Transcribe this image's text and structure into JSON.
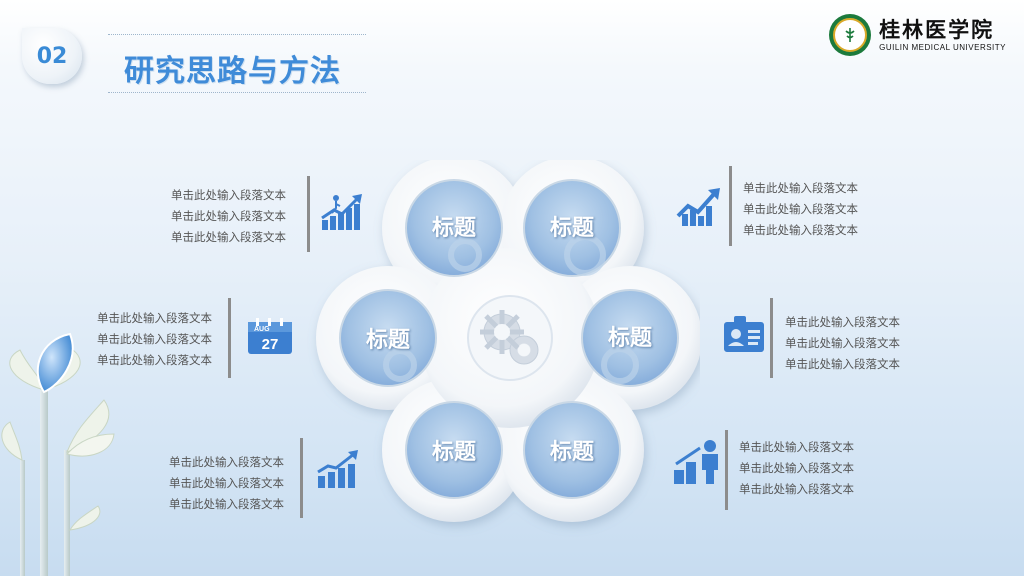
{
  "header": {
    "section_number": "02",
    "title": "研究思路与方法"
  },
  "logo": {
    "name_cn": "桂林医学院",
    "name_en": "GUILIN MEDICAL UNIVERSITY"
  },
  "center": {
    "petals": [
      "标题",
      "标题",
      "标题",
      "标题",
      "标题",
      "标题"
    ]
  },
  "blocks": {
    "top_left": [
      "单击此处输入段落文本",
      "单击此处输入段落文本",
      "单击此处输入段落文本"
    ],
    "mid_left": [
      "单击此处输入段落文本",
      "单击此处输入段落文本",
      "单击此处输入段落文本"
    ],
    "bottom_left": [
      "单击此处输入段落文本",
      "单击此处输入段落文本",
      "单击此处输入段落文本"
    ],
    "top_right": [
      "单击此处输入段落文本",
      "单击此处输入段落文本",
      "单击此处输入段落文本"
    ],
    "mid_right": [
      "单击此处输入段落文本",
      "单击此处输入段落文本",
      "单击此处输入段落文本"
    ],
    "bottom_right": [
      "单击此处输入段落文本",
      "单击此处输入段落文本",
      "单击此处输入段落文本"
    ]
  },
  "calendar": {
    "month": "AUG",
    "day": "27"
  },
  "icons": {
    "top_left": "stair-climb-growth-icon",
    "mid_left": "calendar-icon",
    "bottom_left": "bar-chart-growth-icon",
    "top_right": "trend-growth-icon",
    "mid_right": "id-card-icon",
    "bottom_right": "person-with-bars-icon",
    "center": "gears-icon"
  },
  "colors": {
    "accent": "#3f8bd8",
    "icon_blue": "#3c7fd0",
    "text_gray": "#555555",
    "petal_fill": "#a9c8e8"
  }
}
